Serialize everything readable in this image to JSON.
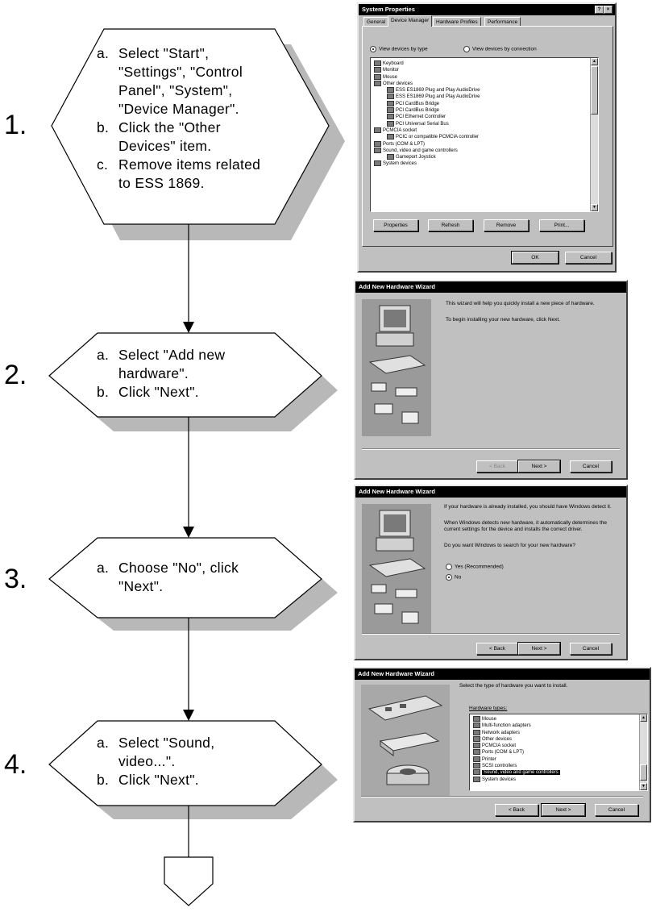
{
  "steps": [
    {
      "number": "1.",
      "lines": [
        {
          "label": "a.",
          "text": "Select \"Start\","
        },
        {
          "label": "",
          "text": "\"Settings\", \"Control"
        },
        {
          "label": "",
          "text": "Panel\", \"System\","
        },
        {
          "label": "",
          "text": "\"Device Manager\"."
        },
        {
          "label": "b.",
          "text": "Click the \"Other"
        },
        {
          "label": "",
          "text": "Devices\" item."
        },
        {
          "label": "c.",
          "text": "Remove items related"
        },
        {
          "label": "",
          "text": "to ESS 1869."
        }
      ]
    },
    {
      "number": "2.",
      "lines": [
        {
          "label": "a.",
          "text": "Select \"Add new"
        },
        {
          "label": "",
          "text": "hardware\"."
        },
        {
          "label": "b.",
          "text": "Click \"Next\"."
        }
      ]
    },
    {
      "number": "3.",
      "lines": [
        {
          "label": "a.",
          "text": "Choose \"No\", click"
        },
        {
          "label": "",
          "text": "\"Next\"."
        }
      ]
    },
    {
      "number": "4.",
      "lines": [
        {
          "label": "a.",
          "text": "Select \"Sound,"
        },
        {
          "label": "",
          "text": "video...\"."
        },
        {
          "label": "b.",
          "text": "Click \"Next\"."
        }
      ]
    }
  ],
  "screenshots": {
    "system_properties": {
      "title": "System Properties",
      "tabs": [
        "General",
        "Device Manager",
        "Hardware Profiles",
        "Performance"
      ],
      "view_by_type": "View devices by type",
      "view_by_connection": "View devices by connection",
      "tree": [
        {
          "level": 0,
          "text": "Keyboard"
        },
        {
          "level": 0,
          "text": "Monitor"
        },
        {
          "level": 0,
          "text": "Mouse"
        },
        {
          "level": 0,
          "text": "Other devices"
        },
        {
          "level": 1,
          "text": "ESS ES1869 Plug and Play AudioDrive"
        },
        {
          "level": 1,
          "text": "ESS ES1869 Plug and Play AudioDrive"
        },
        {
          "level": 1,
          "text": "PCI CardBus Bridge"
        },
        {
          "level": 1,
          "text": "PCI CardBus Bridge"
        },
        {
          "level": 1,
          "text": "PCI Ethernet Controller"
        },
        {
          "level": 1,
          "text": "PCI Universal Serial Bus"
        },
        {
          "level": 0,
          "text": "PCMCIA socket"
        },
        {
          "level": 1,
          "text": "PCIC or compatible PCMCIA controller"
        },
        {
          "level": 0,
          "text": "Ports (COM & LPT)"
        },
        {
          "level": 0,
          "text": "Sound, video and game controllers"
        },
        {
          "level": 1,
          "text": "Gameport Joystick"
        },
        {
          "level": 0,
          "text": "System devices"
        }
      ],
      "buttons": [
        "Properties",
        "Refresh",
        "Remove",
        "Print..."
      ],
      "ok": "OK",
      "cancel": "Cancel"
    },
    "wizard_welcome": {
      "title": "Add New Hardware Wizard",
      "text1": "This wizard will help you quickly install a new piece of hardware.",
      "text2": "To begin installing your new hardware, click Next.",
      "back": "< Back",
      "next": "Next >",
      "cancel": "Cancel"
    },
    "wizard_detect": {
      "title": "Add New Hardware Wizard",
      "text1": "If your hardware is already installed, you should have Windows detect it.",
      "text2": "When Windows detects new hardware, it automatically determines the current settings for the device and installs the correct driver.",
      "text3": "Do you want Windows to search for your new hardware?",
      "opt_yes": "Yes (Recommended)",
      "opt_no": "No",
      "back": "< Back",
      "next": "Next >",
      "cancel": "Cancel"
    },
    "wizard_type": {
      "title": "Add New Hardware Wizard",
      "prompt": "Select the type of hardware you want to install.",
      "list_label": "Hardware types:",
      "items": [
        "Mouse",
        "Multi-function adapters",
        "Network adapters",
        "Other devices",
        "PCMCIA socket",
        "Ports (COM & LPT)",
        "Printer",
        "SCSI controllers",
        "Sound, video and game controllers",
        "System devices"
      ],
      "selected_index": 8,
      "back": "< Back",
      "next": "Next >",
      "cancel": "Cancel"
    }
  }
}
